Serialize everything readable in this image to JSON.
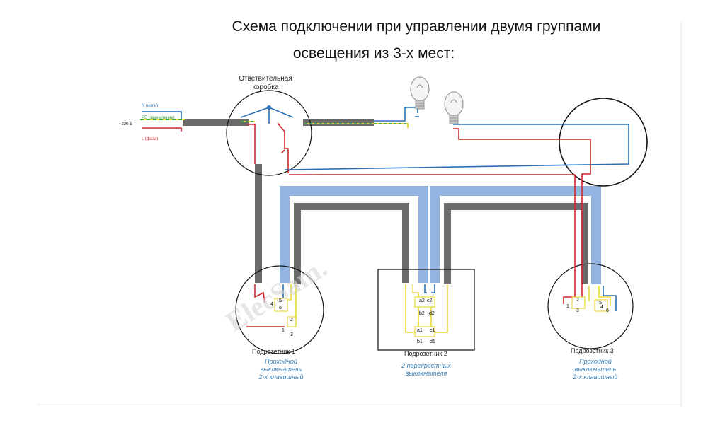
{
  "title_line1": "Схема подключении при управлении двумя группами",
  "title_line2": "освещения из 3-х мест:",
  "junction_box_label": "Ответвительная коробка",
  "supply_label": "~220 В",
  "wire_labels": {
    "neutral": "N (ноль)",
    "ground": "PE (заземление)",
    "phase": "L (фаза)"
  },
  "boxes": [
    {
      "caption": "Подрозетник 1",
      "desc": [
        "Проходной",
        "выключатель",
        "2-х клавишный"
      ]
    },
    {
      "caption": "Подрозетник 2",
      "desc": [
        "2 перекрестных",
        "выключателя"
      ]
    },
    {
      "caption": "Подрозетник 3",
      "desc": [
        "Проходной",
        "выключатель",
        "2-х клавишный"
      ]
    }
  ],
  "terminals": {
    "box1": [
      "5",
      "4",
      "6",
      "2",
      "1",
      "3"
    ],
    "box2": [
      "a2",
      "c2",
      "b2",
      "d2",
      "a1",
      "c1",
      "b1",
      "d1"
    ],
    "box3": [
      "2",
      "1",
      "3",
      "5",
      "4",
      "6"
    ]
  },
  "colors": {
    "phase": "#d0262a",
    "neutral": "#2a6fb5",
    "ground_yellow": "#e8d83a",
    "ground_green": "#47a447",
    "cable_gray": "#6b6b6b",
    "conduit_blue": "#93b3e0",
    "annotation": "#3a7fb6"
  },
  "icons": [
    "light-bulb-icon",
    "light-bulb-icon"
  ]
}
